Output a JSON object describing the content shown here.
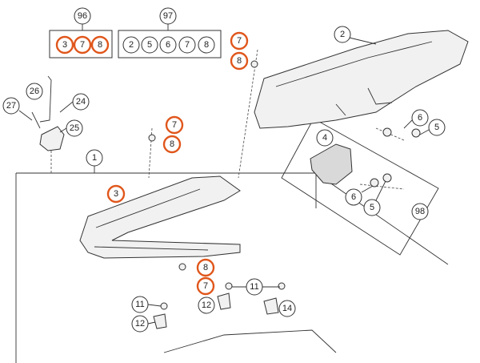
{
  "callouts": {
    "c96": "96",
    "c97": "97",
    "g96_3": "3",
    "g96_7": "7",
    "g96_8": "8",
    "g97_2": "2",
    "g97_5": "5",
    "g97_6": "6",
    "g97_7": "7",
    "g97_8": "8",
    "c7a": "7",
    "c8a": "8",
    "c2": "2",
    "c26": "26",
    "c27": "27",
    "c24": "24",
    "c25": "25",
    "c7b": "7",
    "c8b": "8",
    "c1": "1",
    "c4": "4",
    "c6a": "6",
    "c5a": "5",
    "c3": "3",
    "c6b": "6",
    "c5b": "5",
    "c98": "98",
    "c8c": "8",
    "c7c": "7",
    "c11a": "11",
    "c12a": "12",
    "c14": "14",
    "c11b": "11",
    "c12b": "12"
  },
  "colors": {
    "highlight": "#e0561b",
    "outline": "#333333"
  }
}
